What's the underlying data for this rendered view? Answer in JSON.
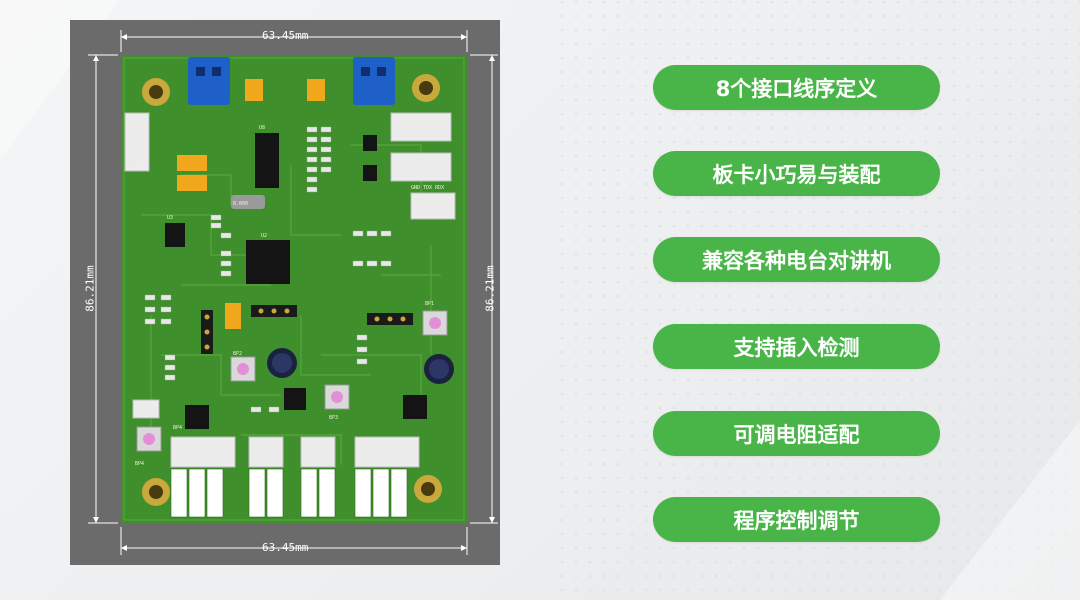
{
  "board": {
    "width_label": "63.45mm",
    "height_label": "86.21mm"
  },
  "features": [
    {
      "label": "8个接口线序定义"
    },
    {
      "label": "板卡小巧易与装配"
    },
    {
      "label": "兼容各种电台对讲机"
    },
    {
      "label": "支持插入检测"
    },
    {
      "label": "可调电阻适配"
    },
    {
      "label": "程序控制调节"
    }
  ],
  "colors": {
    "pill": "#49b548",
    "pcb": "#3f8f2c",
    "frame": "#6b6b6b",
    "connector": "#1f5fc8"
  }
}
